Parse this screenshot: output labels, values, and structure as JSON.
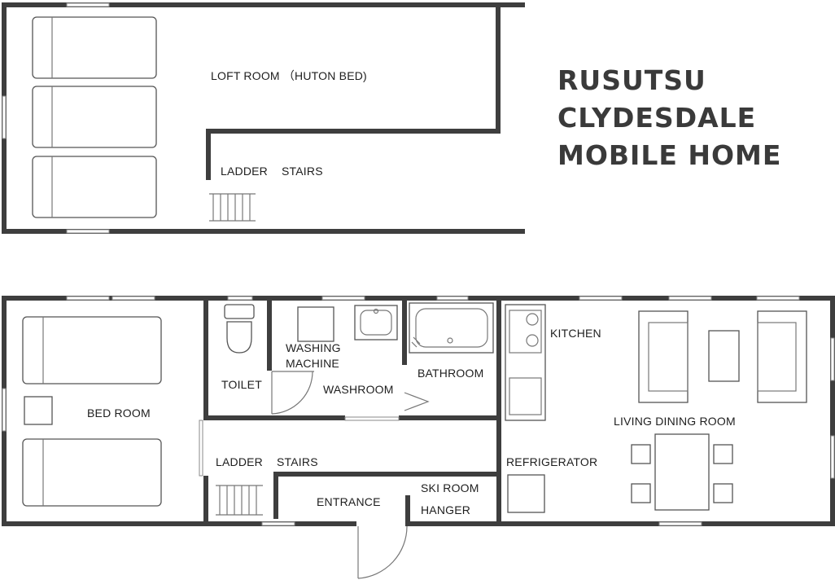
{
  "title": {
    "line1": "RUSUTSU",
    "line2": "CLYDESDALE",
    "line3": "MOBILE HOME"
  },
  "loft": {
    "room": "LOFT ROOM （HUTON BED)",
    "ladder": "LADDER",
    "stairs": "STAIRS"
  },
  "ground": {
    "bedroom": "BED  ROOM",
    "toilet": "TOILET",
    "washing_line1": "WASHING",
    "washing_line2": "MACHINE",
    "washroom": "WASHROOM",
    "bathroom": "BATHROOM",
    "kitchen": "KITCHEN",
    "living": "LIVING DINING ROOM",
    "ladder": "LADDER",
    "stairs": "STAIRS",
    "refrigerator": "REFRIGERATOR",
    "entrance": "ENTRANCE",
    "ski_room": "SKI ROOM",
    "hanger": "HANGER"
  }
}
